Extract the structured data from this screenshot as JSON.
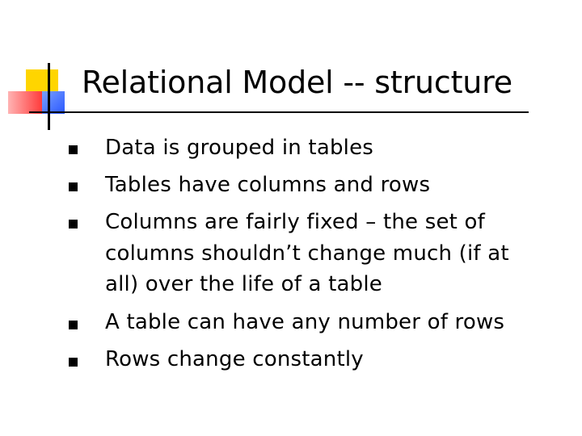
{
  "slide": {
    "title": "Relational Model -- structure",
    "bullets": [
      {
        "lines": [
          "Data is grouped in tables"
        ]
      },
      {
        "lines": [
          "Tables have columns and rows"
        ]
      },
      {
        "lines": [
          "Columns are fairly fixed – the set of",
          "columns shouldn’t change much (if at",
          "all) over the life of a table"
        ]
      },
      {
        "lines": [
          "A table can have any number of rows"
        ]
      },
      {
        "lines": [
          "Rows change constantly"
        ]
      }
    ]
  },
  "colors": {
    "logo_yellow": "#ffd500",
    "logo_red": "#ff3b3b",
    "logo_blue": "#2a58ff",
    "text": "#000000",
    "background": "#ffffff"
  },
  "icons": {
    "bullet": "square-bullet-icon",
    "logo": "slide-logo-icon"
  }
}
